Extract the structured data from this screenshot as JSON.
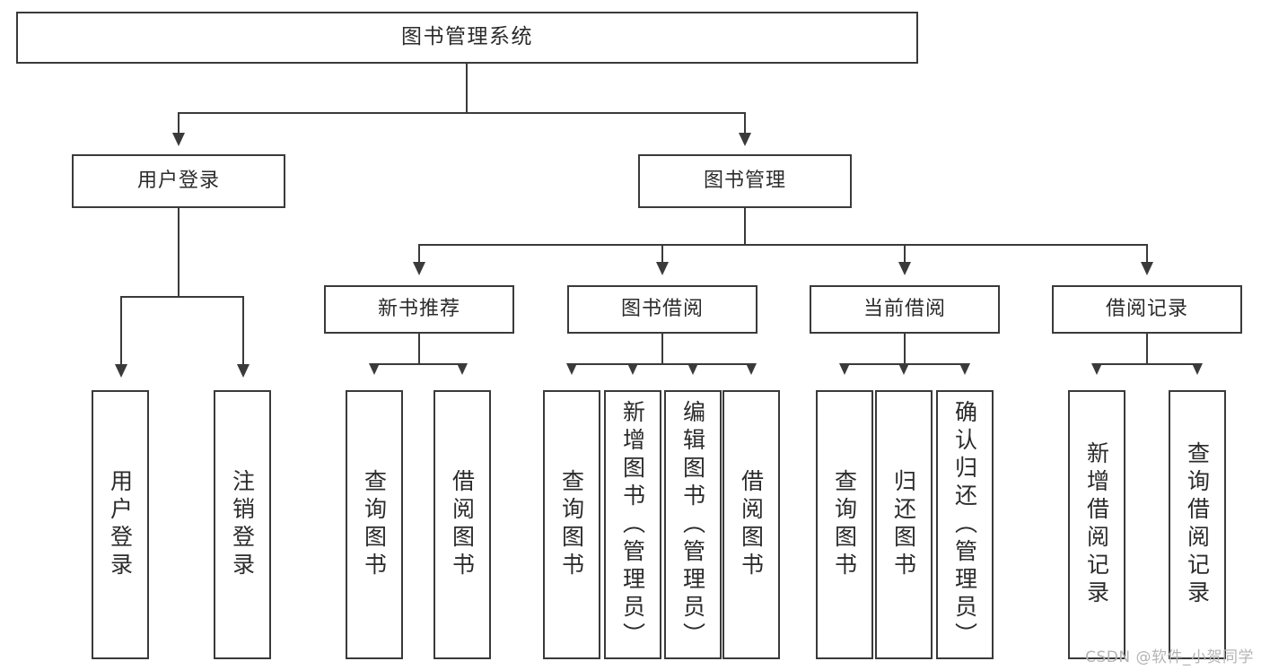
{
  "diagram": {
    "type": "tree",
    "title": "图书管理系统",
    "root": {
      "label": "图书管理系统"
    },
    "level1": [
      {
        "label": "用户登录"
      },
      {
        "label": "图书管理"
      }
    ],
    "level2": [
      {
        "label": "新书推荐"
      },
      {
        "label": "图书借阅"
      },
      {
        "label": "当前借阅"
      },
      {
        "label": "借阅记录"
      }
    ],
    "leaves": {
      "user_login": [
        {
          "label": "用户登录"
        },
        {
          "label": "注销登录"
        }
      ],
      "new_book_recommend": [
        {
          "label": "查询图书"
        },
        {
          "label": "借阅图书"
        }
      ],
      "book_borrow": [
        {
          "label": "查询图书"
        },
        {
          "label": "新增图书（管理员）"
        },
        {
          "label": "编辑图书（管理员）"
        },
        {
          "label": "借阅图书"
        }
      ],
      "current_borrow": [
        {
          "label": "查询图书"
        },
        {
          "label": "归还图书"
        },
        {
          "label": "确认归还（管理员）"
        }
      ],
      "borrow_record": [
        {
          "label": "新增借阅记录"
        },
        {
          "label": "查询借阅记录"
        }
      ]
    }
  },
  "watermark": {
    "text": "CSDN @软件_小贺同学"
  },
  "colors": {
    "border": "#3a3a3a",
    "text": "#2b2b2b",
    "background": "#ffffff",
    "watermark": "#b4b4b4"
  }
}
